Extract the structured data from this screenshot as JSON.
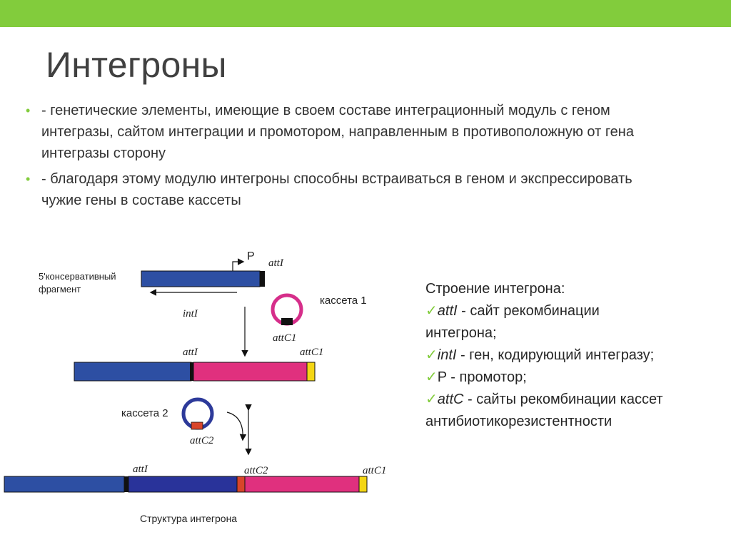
{
  "slide": {
    "title": "Интегроны",
    "bullets": [
      "- генетические элементы, имеющие в своем составе интеграционный модуль с геном интегразы, сайтом интеграции и промотором, направленным в противоположную от гена интегразы сторону",
      "- благодаря этому модулю интегроны способны встраиваться в геном и экспрессировать чужие гены в составе кассеты"
    ],
    "bullet_glyph": "•"
  },
  "diagram": {
    "label_5prime_1": "5'консервативный",
    "label_5prime_2": "фрагмент",
    "label_p": "P",
    "label_attI": "attI",
    "label_intI": "intI",
    "label_cassette1": "кассета 1",
    "label_attC1": "attC1",
    "label_cassette2": "кассета 2",
    "label_attC2": "attC2",
    "caption": "Структура интегрона",
    "colors": {
      "blue": "#2d4fa3",
      "dark_blue": "#29339a",
      "magenta": "#e0307e",
      "yellow": "#f4d614",
      "red": "#d8452a",
      "black": "#111111"
    }
  },
  "info": {
    "heading": "Строение интегрона:",
    "check_glyph": "✓",
    "items": [
      {
        "term": "attI",
        "text": " - сайт рекомбинации",
        "cont": "интегрона;"
      },
      {
        "term": "intI",
        "text": " - ген, кодирующий интегразу;",
        "cont": ""
      },
      {
        "term": "P",
        "text": " - промотор;",
        "cont": ""
      },
      {
        "term": "attC",
        "text": " - сайты рекомбинации кассет",
        "cont": "антибиотикорезистентности"
      }
    ]
  }
}
